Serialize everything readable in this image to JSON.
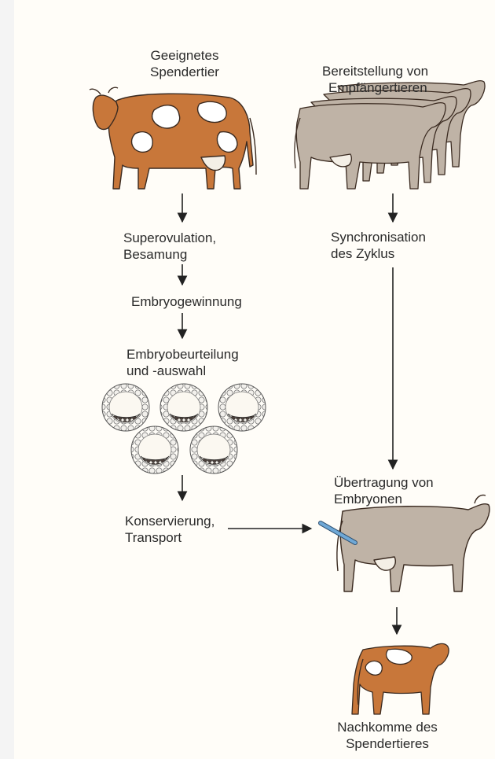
{
  "donor": {
    "line1": "Geeignetes",
    "line2": "Spendertier"
  },
  "recipients": {
    "line1": "Bereitstellung von",
    "line2": "Empfängertieren"
  },
  "superovulation": {
    "line1": "Superovulation,",
    "line2": "Besamung"
  },
  "embryo_recovery": {
    "line1": "Embryogewinnung"
  },
  "embryo_evaluation": {
    "line1": "Embryobeurteilung",
    "line2": "und -auswahl"
  },
  "conservation": {
    "line1": "Konservierung,",
    "line2": "Transport"
  },
  "synchronisation": {
    "line1": "Synchronisation",
    "line2": "des Zyklus"
  },
  "transfer": {
    "line1": "Übertragung von",
    "line2": "Embryonen"
  },
  "offspring": {
    "line1": "Nachkomme des",
    "line2": "Spendertieres"
  },
  "colors": {
    "donor_cow": "#c8773a",
    "recipient_cow": "#bfb3a6",
    "cow_outline": "#3a2a20",
    "transfer_pipette": "#6fa8d6",
    "arrow": "#222222"
  }
}
